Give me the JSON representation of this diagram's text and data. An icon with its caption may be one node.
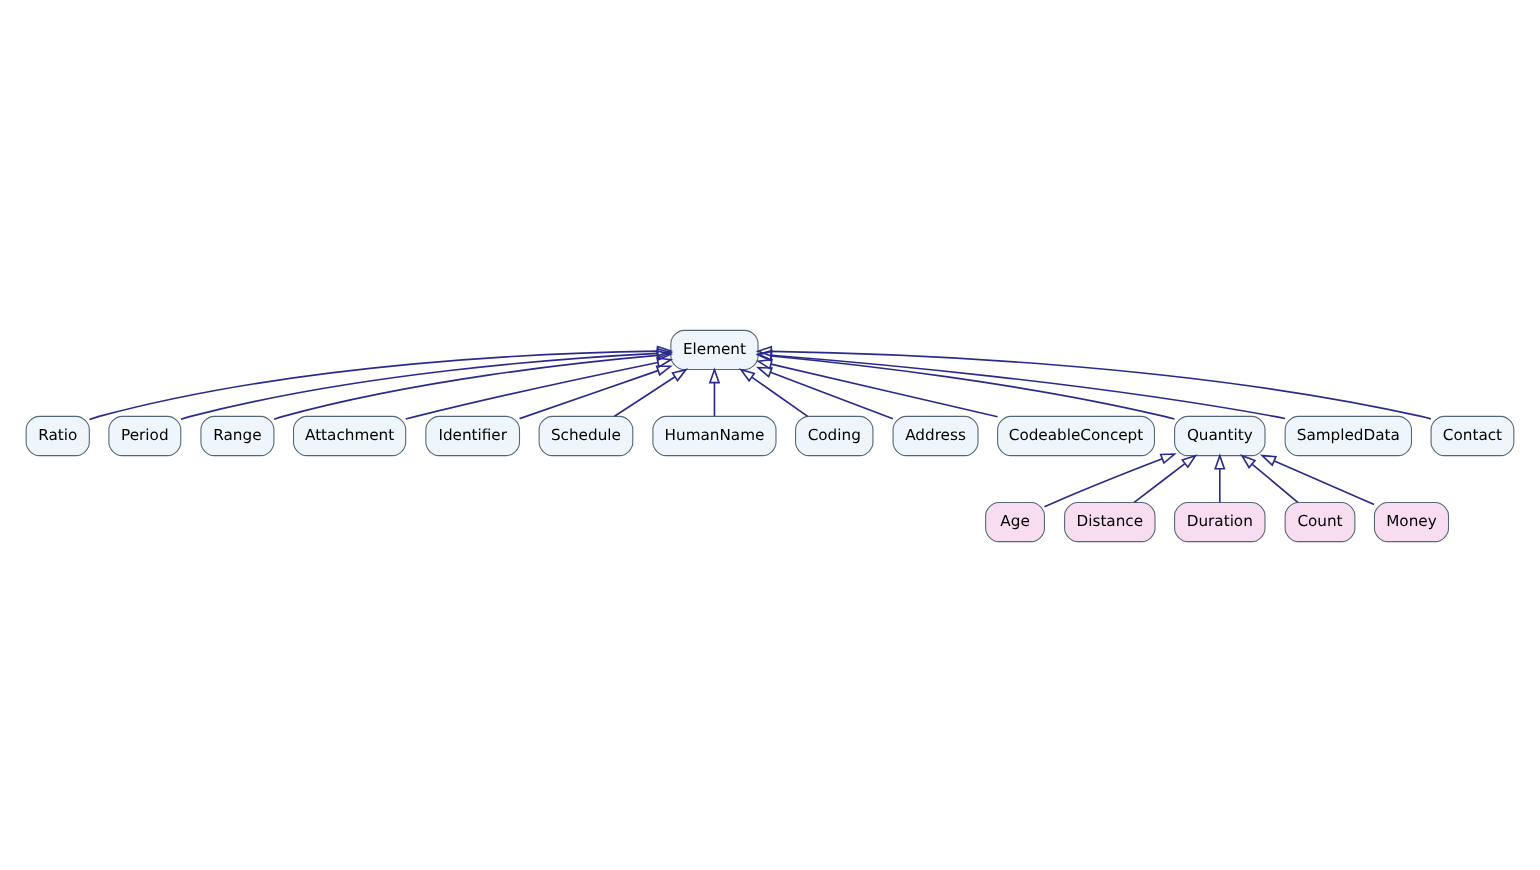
{
  "diagram": {
    "nodes": [
      {
        "text": [
          "Ratio"
        ]
      },
      {
        "text": [
          "Period"
        ]
      },
      {
        "text": [
          "Range"
        ]
      },
      {
        "text": [
          "Attachment"
        ]
      },
      {
        "text": [
          "Identifier"
        ]
      },
      {
        "text": [
          "Schedule"
        ]
      },
      {
        "text": [
          "HumanName"
        ]
      },
      {
        "text": [
          "Element"
        ]
      },
      {
        "text": [
          "Coding"
        ]
      },
      {
        "text": [
          "Address"
        ]
      },
      {
        "text": [
          "CodeableConcept"
        ]
      },
      {
        "text": [
          "Quantity"
        ]
      },
      {
        "text": [
          "SampledData"
        ]
      },
      {
        "text": [
          "Contact"
        ]
      },
      {
        "text": [
          "Age"
        ]
      },
      {
        "text": [
          "Distance"
        ]
      },
      {
        "text": [
          "Duration"
        ]
      },
      {
        "text": [
          "Count"
        ]
      },
      {
        "text": [
          "Money"
        ]
      }
    ],
    "edges": [
      {
        "from": 0,
        "to": 7,
        "arrow": "to"
      },
      {
        "from": 1,
        "to": 7,
        "arrow": "to"
      },
      {
        "from": 2,
        "to": 7,
        "arrow": "to"
      },
      {
        "from": 3,
        "to": 7,
        "arrow": "to"
      },
      {
        "from": 4,
        "to": 7,
        "arrow": "to"
      },
      {
        "from": 5,
        "to": 7,
        "arrow": "to"
      },
      {
        "from": 6,
        "to": 7,
        "arrow": "to"
      },
      {
        "from": 8,
        "to": 7,
        "arrow": "to"
      },
      {
        "from": 9,
        "to": 7,
        "arrow": "to"
      },
      {
        "from": 10,
        "to": 7,
        "arrow": "to"
      },
      {
        "from": 11,
        "to": 7,
        "arrow": "to"
      },
      {
        "from": 12,
        "to": 7,
        "arrow": "to"
      },
      {
        "from": 13,
        "to": 7,
        "arrow": "to"
      },
      {
        "from": 14,
        "to": 11,
        "arrow": "to"
      },
      {
        "from": 15,
        "to": 11,
        "arrow": "to"
      },
      {
        "from": 16,
        "to": 11,
        "arrow": "to"
      },
      {
        "from": 17,
        "to": 11,
        "arrow": "to"
      },
      {
        "from": 18,
        "to": 11,
        "arrow": "to"
      }
    ]
  }
}
